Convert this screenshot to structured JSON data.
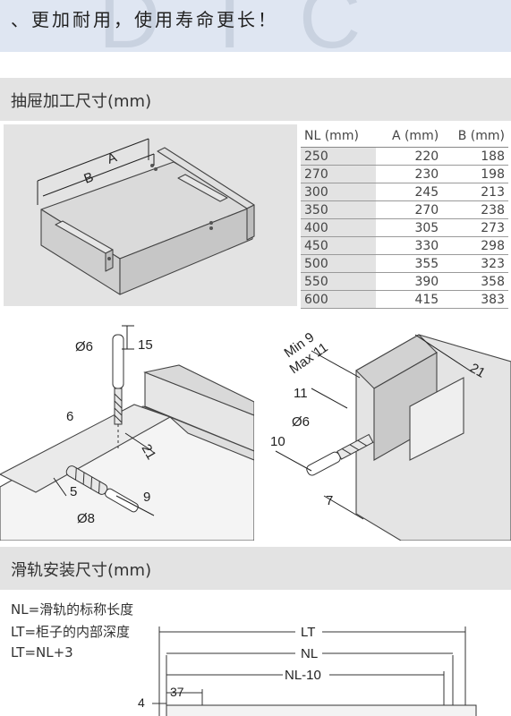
{
  "banner": {
    "text": "、更加耐用，使用寿命更长！"
  },
  "section1": {
    "title": "抽屉加工尺寸(mm)"
  },
  "drawer_figure": {
    "label_a": "A",
    "label_b": "B"
  },
  "table": {
    "headers": [
      "NL (mm)",
      "A (mm)",
      "B (mm)"
    ],
    "rows": [
      [
        "250",
        "220",
        "188"
      ],
      [
        "270",
        "230",
        "198"
      ],
      [
        "300",
        "245",
        "213"
      ],
      [
        "350",
        "270",
        "238"
      ],
      [
        "400",
        "305",
        "273"
      ],
      [
        "450",
        "330",
        "298"
      ],
      [
        "500",
        "355",
        "323"
      ],
      [
        "550",
        "390",
        "358"
      ],
      [
        "600",
        "415",
        "383"
      ]
    ]
  },
  "drill_left": {
    "d6": "Ø6",
    "d15": "15",
    "d6b": "6",
    "d21": "21",
    "d5": "5",
    "d9": "9",
    "d8": "Ø8"
  },
  "drill_right": {
    "min": "Min 9",
    "max": "Max 11",
    "d21": "21",
    "d11": "11",
    "d6": "Ø6",
    "d10": "10",
    "d7": "7"
  },
  "section2": {
    "title": "滑轨安装尺寸(mm)"
  },
  "definitions": [
    "NL=滑轨的标称长度",
    "LT=柜子的内部深度",
    "LT=NL+3"
  ],
  "rail_dims": {
    "lt": "LT",
    "nl": "NL",
    "nl10": "NL-10",
    "d37": "37",
    "d4": "4"
  }
}
